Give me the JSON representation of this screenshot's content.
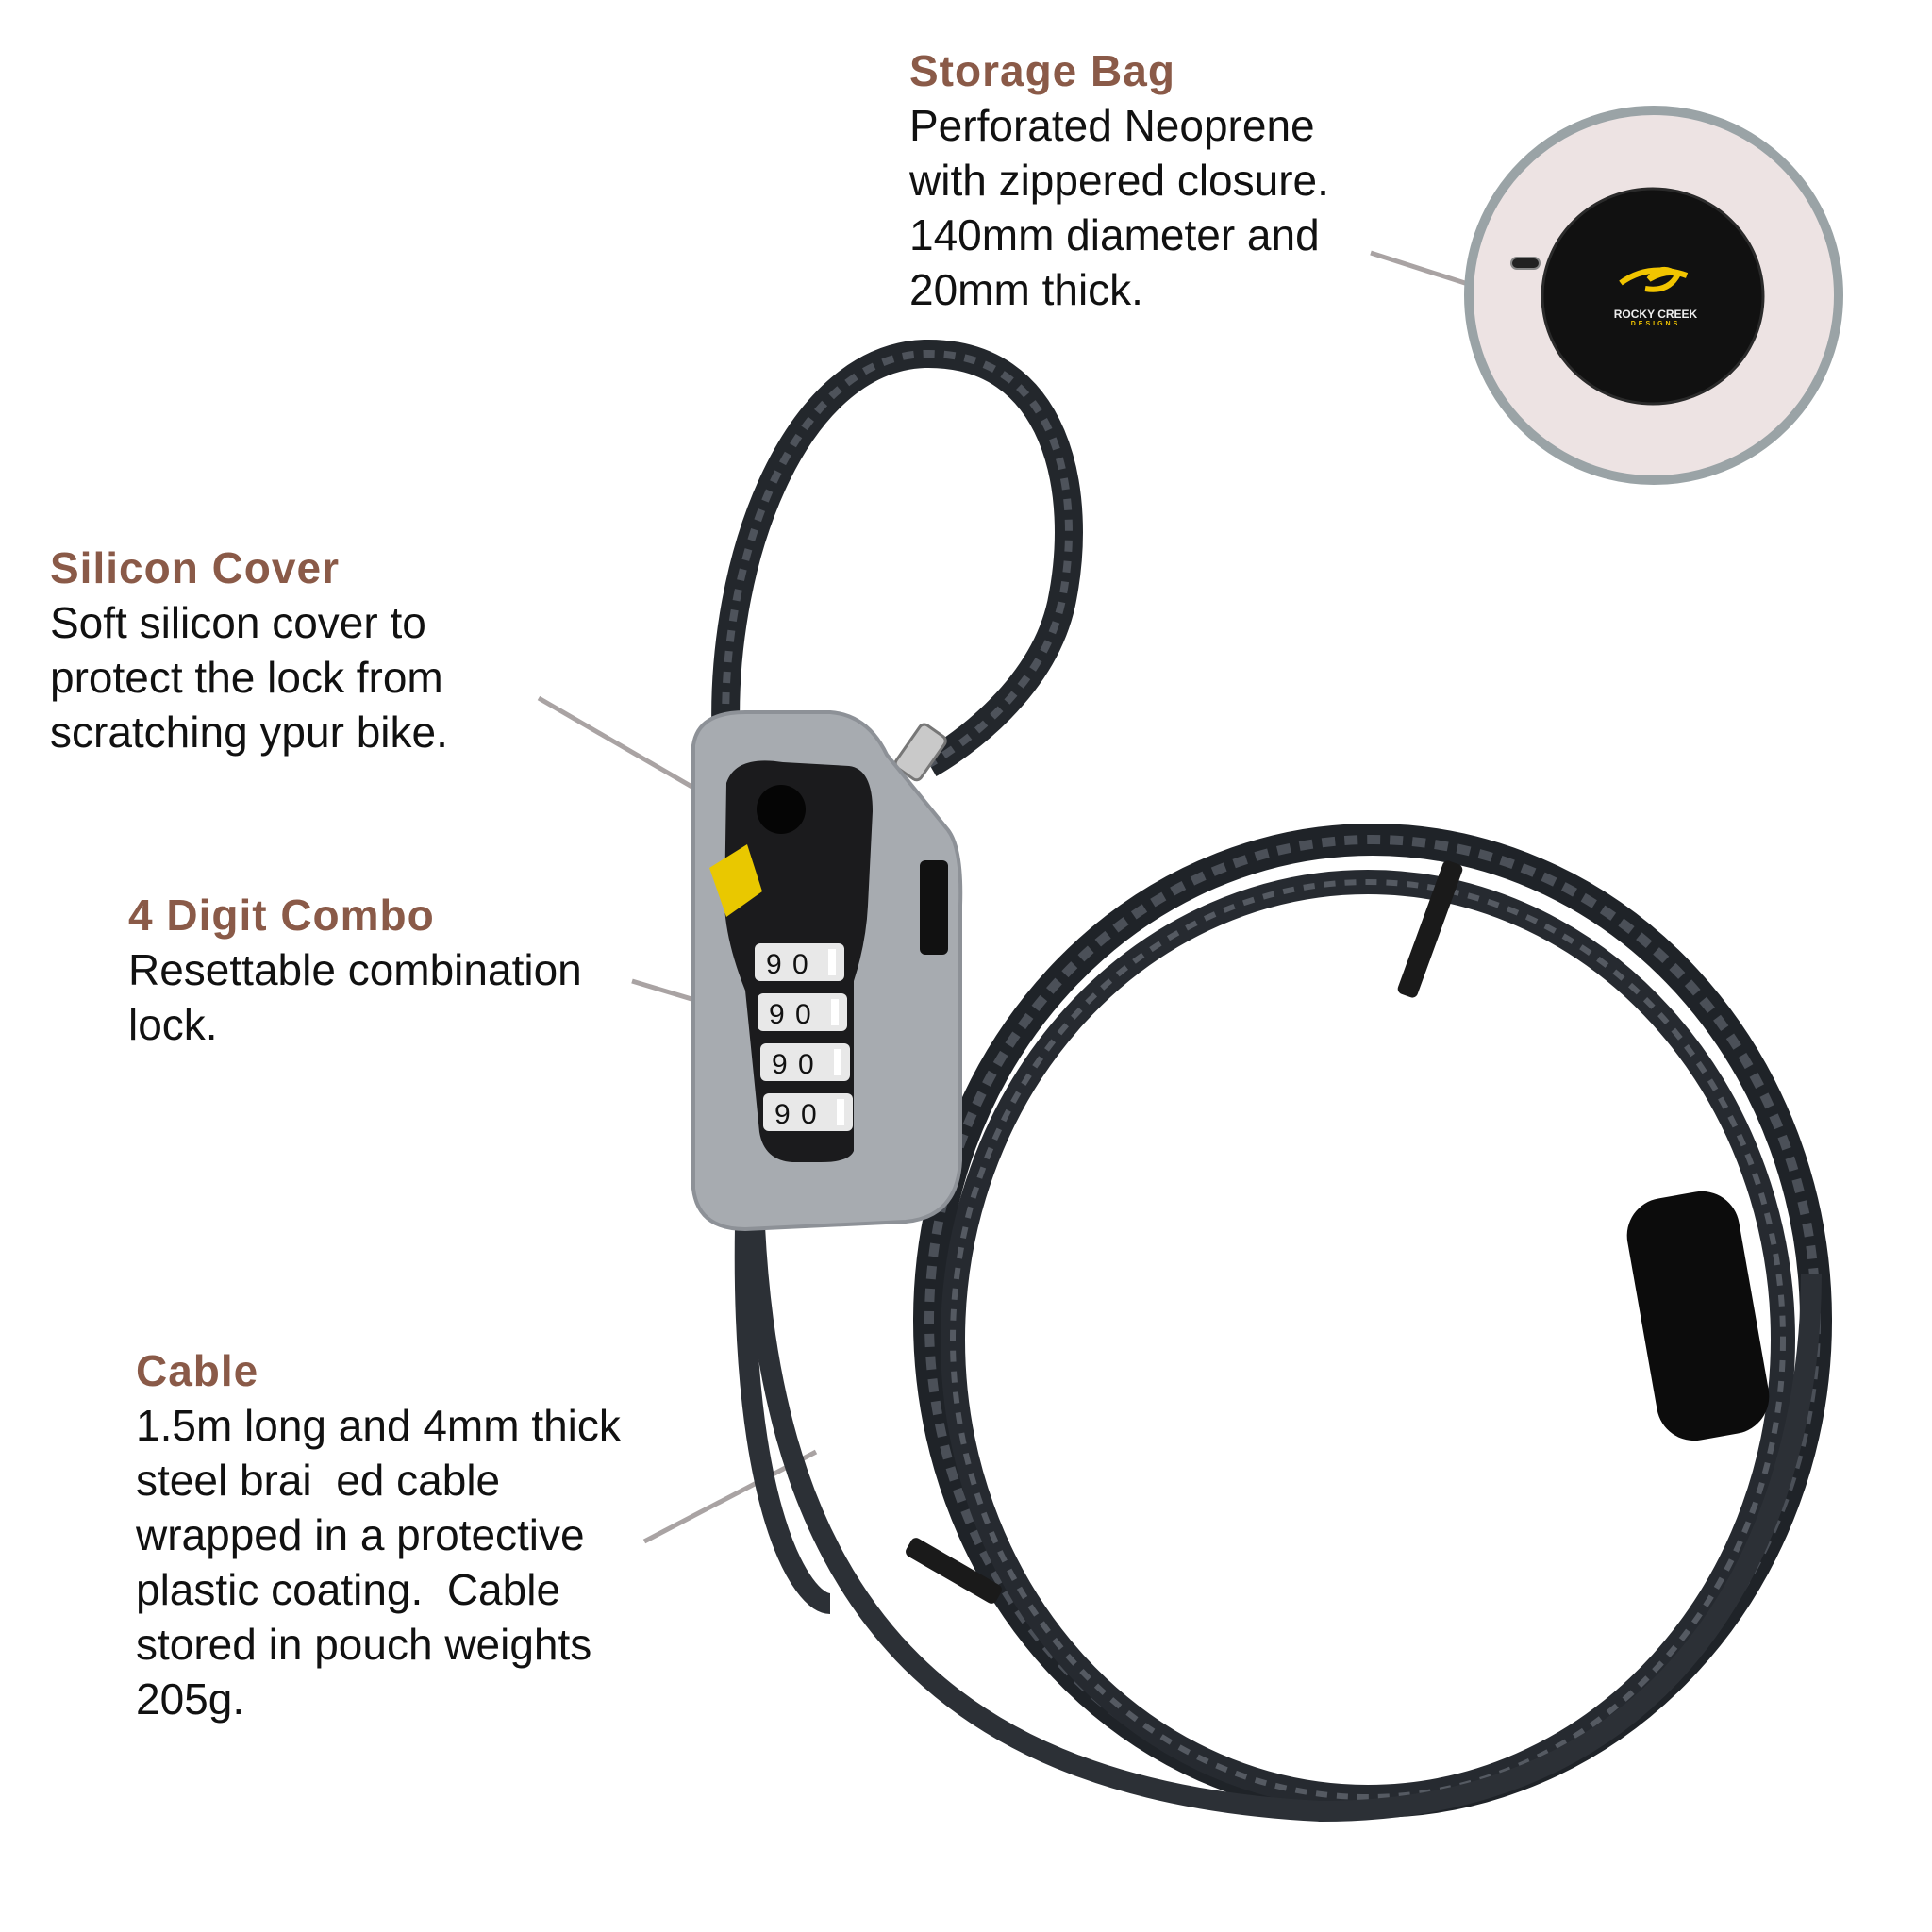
{
  "callouts": {
    "storage_bag": {
      "title": "Storage Bag",
      "lines": [
        "Perforated Neoprene",
        "with zippered closure.",
        "140mm diameter and",
        "20mm thick."
      ]
    },
    "silicon_cover": {
      "title": "Silicon Cover",
      "lines": [
        "Soft silicon cover to",
        "protect the lock from",
        "scratching ypur bike."
      ]
    },
    "combo": {
      "title": "4 Digit Combo",
      "lines": [
        "Resettable combination",
        "lock."
      ]
    },
    "cable": {
      "title": "Cable",
      "lines": [
        "1.5m long and 4mm thick",
        "steel brai  ed cable",
        "wrapped in a protective",
        "plastic coating.  Cable",
        "stored in pouch weights",
        "205g."
      ]
    }
  },
  "bag_logo": {
    "brand": "ROCKY CREEK",
    "sub": "DESIGNS"
  },
  "dials": [
    "9",
    "0",
    "9",
    "0",
    "9",
    "0",
    "9",
    "0"
  ],
  "colors": {
    "heading": "#8a5a48",
    "leader": "#a9a3a3",
    "bag_bg": "#ede3e3",
    "bag_ring": "#9aa3a6",
    "cable": "#2c3036",
    "cover": "#a7abb0",
    "logo_yellow": "#f2c500"
  }
}
